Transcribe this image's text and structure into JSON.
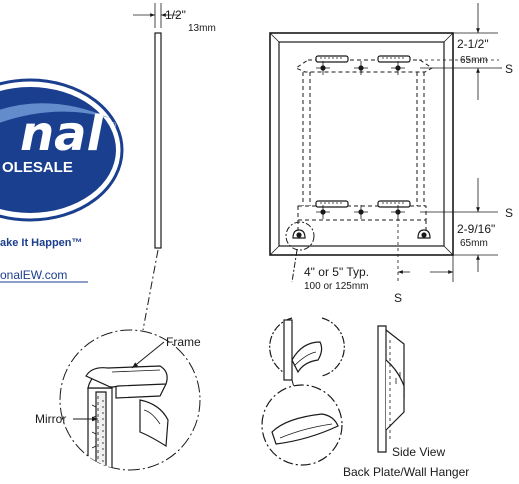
{
  "logo": {
    "brand": "nal",
    "registered": "®",
    "sub": "OLESALE",
    "tagline": "ake It Happen™",
    "url": "onalEW.com"
  },
  "dimensions": {
    "thickness_in": "1/2\"",
    "thickness_mm": "13mm",
    "top_in": "2-1/2\"",
    "top_mm": "65mm",
    "bottom_in": "2-9/16\"",
    "bottom_mm": "65mm",
    "spacing_in": "4\" or 5\" Typ.",
    "spacing_mm": "100 or 125mm"
  },
  "labels": {
    "s": "S",
    "frame": "Frame",
    "mirror": "Mirror",
    "side_view": "Side View",
    "back_plate": "Back Plate/Wall Hanger"
  },
  "colors": {
    "logo_blue": "#1b3f8f",
    "logo_light": "#6f9ad6",
    "line": "#1a1a1a"
  }
}
